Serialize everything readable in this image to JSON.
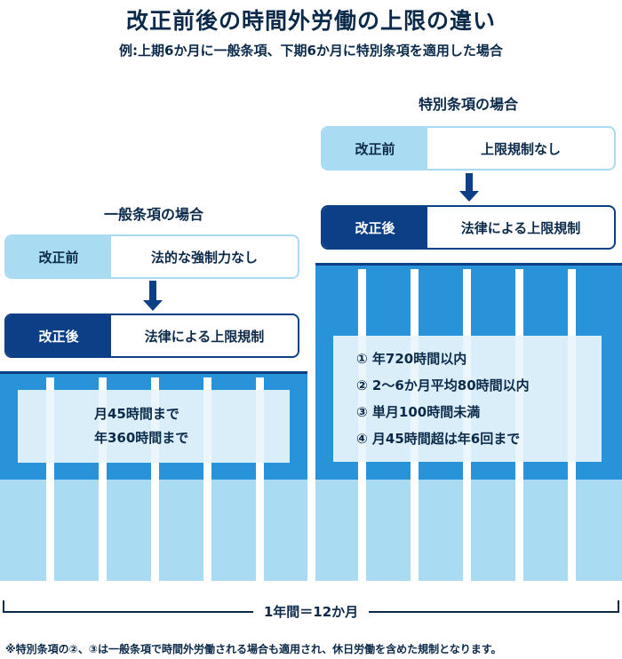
{
  "title": "改正前後の時間外労働の上限の違い",
  "subtitle": "例:上期6か月に一般条項、下期6か月に特別条項を適用した場合",
  "general_case": {
    "heading": "一般条項の場合",
    "before": {
      "tag": "改正前",
      "value": "法的な強制力なし"
    },
    "after": {
      "tag": "改正後",
      "value": "法律による上限規制"
    },
    "limits": [
      "月45時間まで",
      "年360時間まで"
    ]
  },
  "special_case": {
    "heading": "特別条項の場合",
    "before": {
      "tag": "改正前",
      "value": "上限規制なし"
    },
    "after": {
      "tag": "改正後",
      "value": "法律による上限規制"
    },
    "limits": [
      "① 年720時間以内",
      "② 2〜6か月平均80時間以内",
      "③ 単月100時間未満",
      "④ 月45時間超は年6回まで"
    ]
  },
  "timeline_label": "1年間＝12か月",
  "footnote": "※特別条項の②、③は一般条項で時間外労働される場合も適用され、休日労働を含めた規制となります。",
  "colors": {
    "navy": "#0d3f86",
    "blue": "#2893d8",
    "light_blue": "#a9dcf3",
    "text": "#0b2a4a"
  }
}
